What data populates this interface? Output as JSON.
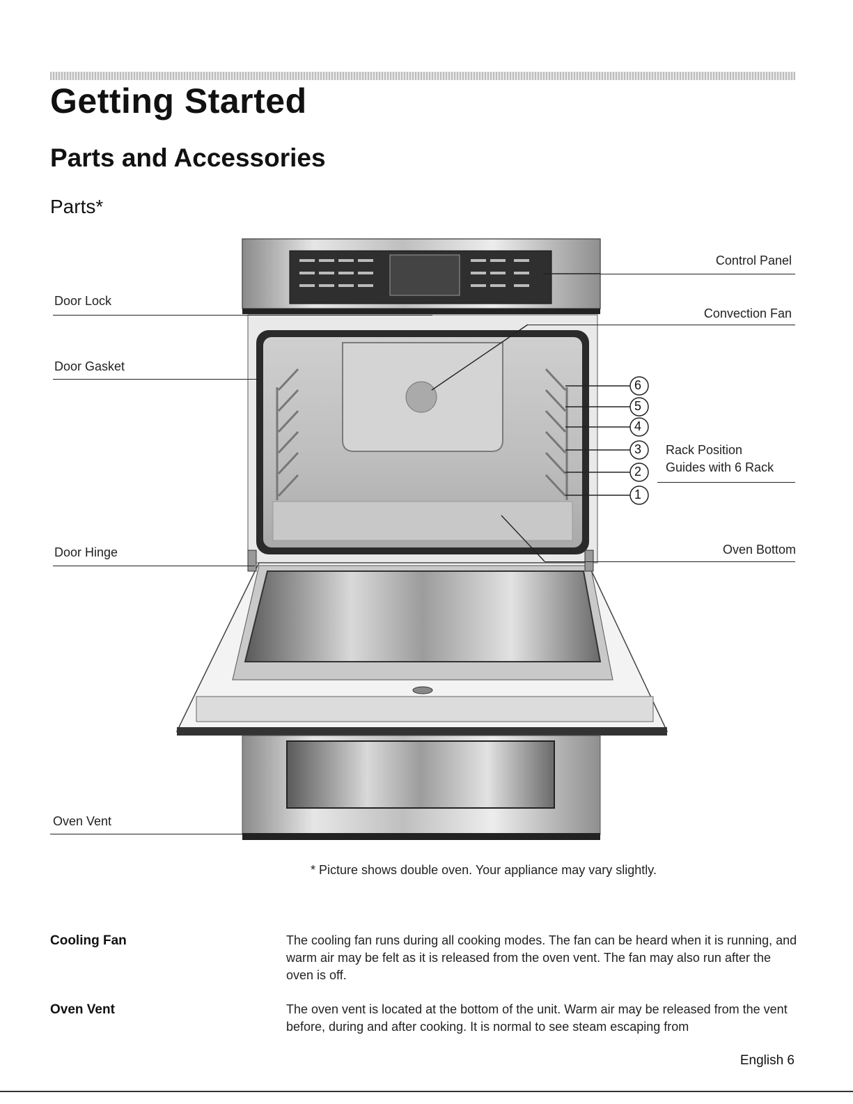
{
  "page": {
    "title": "Getting Started",
    "section": "Parts and Accessories",
    "subsection": "Parts*"
  },
  "labels": {
    "door_lock": "Door Lock",
    "door_gasket": "Door Gasket",
    "door_hinge": "Door Hinge",
    "oven_vent": "Oven Vent",
    "control_panel": "Control Panel",
    "convection_fan": "Convection Fan",
    "rack_position_line1": "Rack Position",
    "rack_position_line2": "Guides with 6 Rack",
    "oven_bottom": "Oven Bottom",
    "rack_numbers": [
      "6",
      "5",
      "4",
      "3",
      "2",
      "1"
    ]
  },
  "note": "* Picture shows double oven. Your appliance may vary slightly.",
  "definitions": [
    {
      "term": "Cooling Fan",
      "text": "The cooling fan runs during all cooking modes. The fan can be heard when it is running, and warm air may be felt as it is released from the oven vent. The fan may also run after the oven is off."
    },
    {
      "term": "Oven Vent",
      "text": "The oven vent is located at the bottom of the unit. Warm air may be released from the vent before, during and after cooking. It is normal to see steam escaping from"
    }
  ],
  "footer": "English 6"
}
